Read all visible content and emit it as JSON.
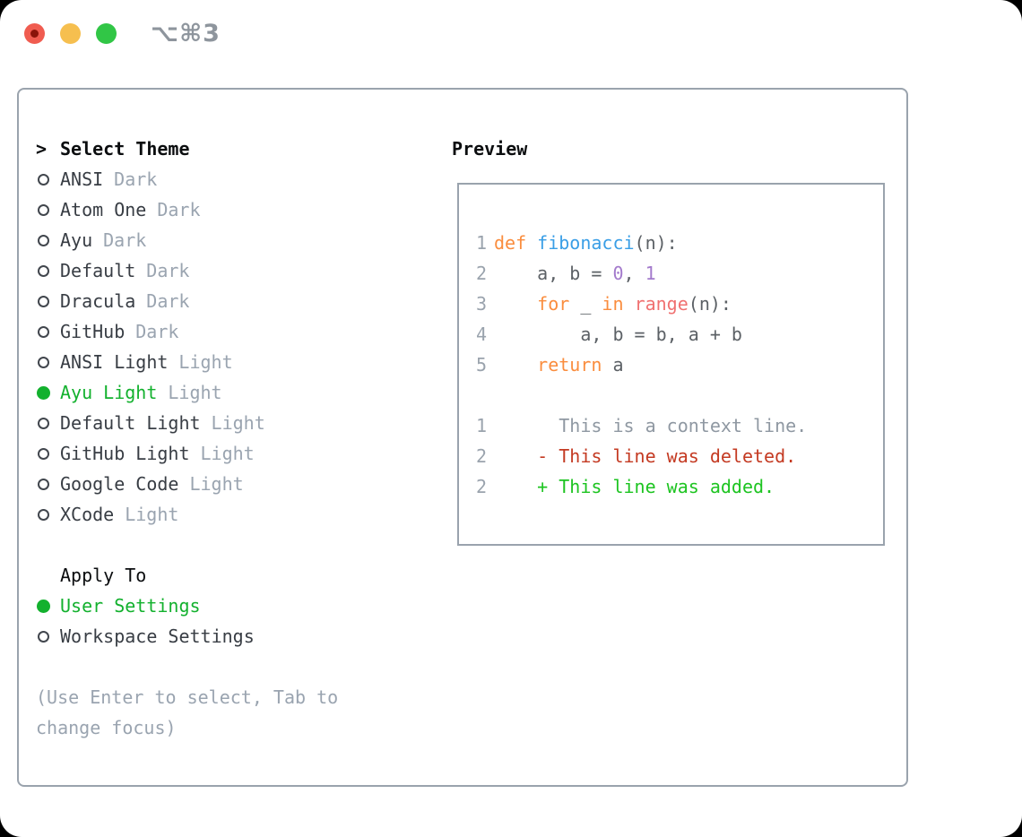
{
  "window": {
    "title": "⌥⌘3"
  },
  "colors": {
    "accent_green": "#13b12e",
    "diff_added_green": "#1dc421",
    "diff_deleted_red": "#c43a22",
    "keyword_orange": "#fa8d3e",
    "function_blue": "#399ee6",
    "builtin_coral": "#f07171",
    "number_purple": "#a37acc",
    "code_fg": "#5c6166",
    "muted_gray": "#9aa4b0",
    "line_number_gray": "#9aa3ad",
    "item_fg": "#383d44",
    "border_gray": "#9aa3ad",
    "traffic_red": "#f05c50",
    "traffic_red_dot": "#8a140a",
    "traffic_yellow": "#f6bf4f",
    "traffic_green": "#31c646",
    "title_gray": "#8e959d"
  },
  "icons": {
    "prompt_marker": ">",
    "radio_unselected": "circle-outline",
    "radio_selected": "circle-filled"
  },
  "left": {
    "header": {
      "marker": ">",
      "label": "Select Theme"
    },
    "themes": [
      {
        "name": "ANSI",
        "tag": "Dark",
        "selected": false
      },
      {
        "name": "Atom One",
        "tag": "Dark",
        "selected": false
      },
      {
        "name": "Ayu",
        "tag": "Dark",
        "selected": false
      },
      {
        "name": "Default",
        "tag": "Dark",
        "selected": false
      },
      {
        "name": "Dracula",
        "tag": "Dark",
        "selected": false
      },
      {
        "name": "GitHub",
        "tag": "Dark",
        "selected": false
      },
      {
        "name": "ANSI Light",
        "tag": "Light",
        "selected": false
      },
      {
        "name": "Ayu Light",
        "tag": "Light",
        "selected": true
      },
      {
        "name": "Default Light",
        "tag": "Light",
        "selected": false
      },
      {
        "name": "GitHub Light",
        "tag": "Light",
        "selected": false
      },
      {
        "name": "Google Code",
        "tag": "Light",
        "selected": false
      },
      {
        "name": "XCode",
        "tag": "Light",
        "selected": false
      }
    ],
    "apply_to": {
      "label": "Apply To",
      "options": [
        {
          "name": "User Settings",
          "selected": true
        },
        {
          "name": "Workspace Settings",
          "selected": false
        }
      ]
    },
    "hint": "(Use Enter to select, Tab to change focus)"
  },
  "preview": {
    "label": "Preview",
    "code_lines": [
      {
        "num": "1",
        "tokens": [
          {
            "t": "def",
            "c": "keyword"
          },
          {
            "t": " ",
            "c": "fg"
          },
          {
            "t": "fibonacci",
            "c": "function"
          },
          {
            "t": "(n):",
            "c": "fg"
          }
        ]
      },
      {
        "num": "2",
        "tokens": [
          {
            "t": "    a, b = ",
            "c": "fg"
          },
          {
            "t": "0",
            "c": "number"
          },
          {
            "t": ", ",
            "c": "fg"
          },
          {
            "t": "1",
            "c": "number"
          }
        ]
      },
      {
        "num": "3",
        "tokens": [
          {
            "t": "    ",
            "c": "fg"
          },
          {
            "t": "for",
            "c": "keyword"
          },
          {
            "t": " _ ",
            "c": "fg"
          },
          {
            "t": "in",
            "c": "keyword"
          },
          {
            "t": " ",
            "c": "fg"
          },
          {
            "t": "range",
            "c": "builtin"
          },
          {
            "t": "(n):",
            "c": "fg"
          }
        ]
      },
      {
        "num": "4",
        "tokens": [
          {
            "t": "        a, b = b, a + b",
            "c": "fg"
          }
        ]
      },
      {
        "num": "5",
        "tokens": [
          {
            "t": "    ",
            "c": "fg"
          },
          {
            "t": "return",
            "c": "keyword"
          },
          {
            "t": " a",
            "c": "fg"
          }
        ]
      },
      {
        "num": "",
        "tokens": []
      },
      {
        "num": "1",
        "tokens": [
          {
            "t": "      This is a context line.",
            "c": "muted"
          }
        ]
      },
      {
        "num": "2",
        "tokens": [
          {
            "t": "    - This line was deleted.",
            "c": "deleted"
          }
        ]
      },
      {
        "num": "2",
        "tokens": [
          {
            "t": "    + This line was added.",
            "c": "added"
          }
        ]
      }
    ]
  }
}
